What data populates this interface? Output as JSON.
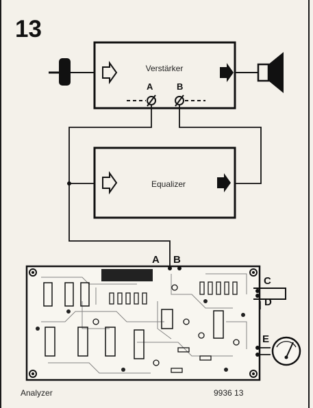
{
  "figure_number": "13",
  "amplifier": {
    "label": "Verstärker",
    "terminal_a": "A",
    "terminal_b": "B"
  },
  "equalizer": {
    "label": "Equalizer"
  },
  "pcb": {
    "pin_a": "A",
    "pin_b": "B",
    "pin_c": "C",
    "pin_d": "D",
    "pin_e": "E",
    "caption": "Analyzer",
    "code": "9936 13"
  },
  "icons": [
    "microphone-icon",
    "loudspeaker-icon",
    "meter-icon",
    "input-arrow-icon",
    "output-arrow-icon",
    "potentiometer-icon"
  ]
}
